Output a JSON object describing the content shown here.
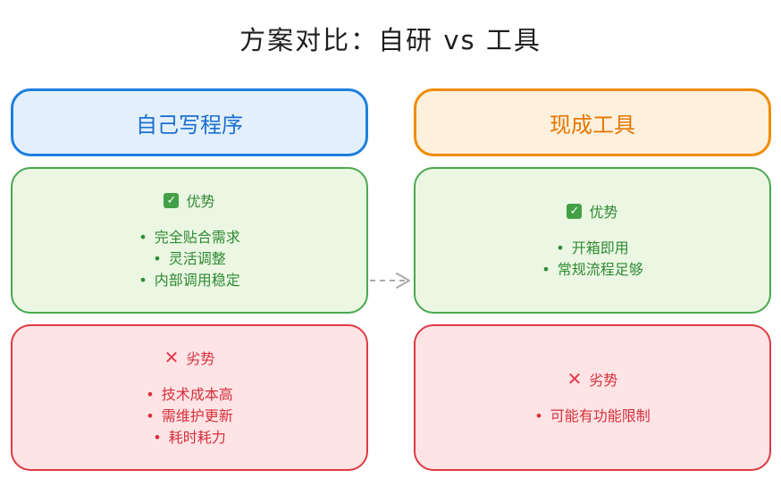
{
  "title": "方案对比：自研 vs 工具",
  "left": {
    "header": "自己写程序",
    "pros": {
      "heading": "优势",
      "items": [
        "完全贴合需求",
        "灵活调整",
        "内部调用稳定"
      ]
    },
    "cons": {
      "heading": "劣势",
      "items": [
        "技术成本高",
        "需维护更新",
        "耗时耗力"
      ]
    }
  },
  "right": {
    "header": "现成工具",
    "pros": {
      "heading": "优势",
      "items": [
        "开箱即用",
        "常规流程足够"
      ]
    },
    "cons": {
      "heading": "劣势",
      "items": [
        "可能有功能限制"
      ]
    }
  },
  "colors": {
    "left_header_stroke": "#1c7fe0",
    "right_header_stroke": "#f08c00",
    "pros_stroke": "#4aa84f",
    "cons_stroke": "#e03a42"
  },
  "icons": {
    "pros": "check-box-icon",
    "cons": "cross-icon"
  }
}
